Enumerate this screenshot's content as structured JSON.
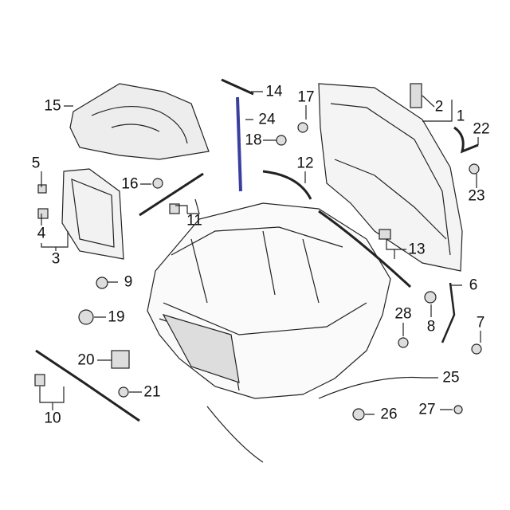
{
  "diagram": {
    "title": "Hood & components exploded parts diagram",
    "callouts": [
      "1",
      "2",
      "3",
      "4",
      "5",
      "6",
      "7",
      "8",
      "9",
      "10",
      "11",
      "12",
      "13",
      "14",
      "15",
      "16",
      "17",
      "18",
      "19",
      "20",
      "21",
      "22",
      "23",
      "24",
      "25",
      "26",
      "27",
      "28"
    ],
    "colors": {
      "line": "#222222",
      "shade": "#e9e9e9",
      "accent_strut": "#3a3f9e"
    }
  }
}
